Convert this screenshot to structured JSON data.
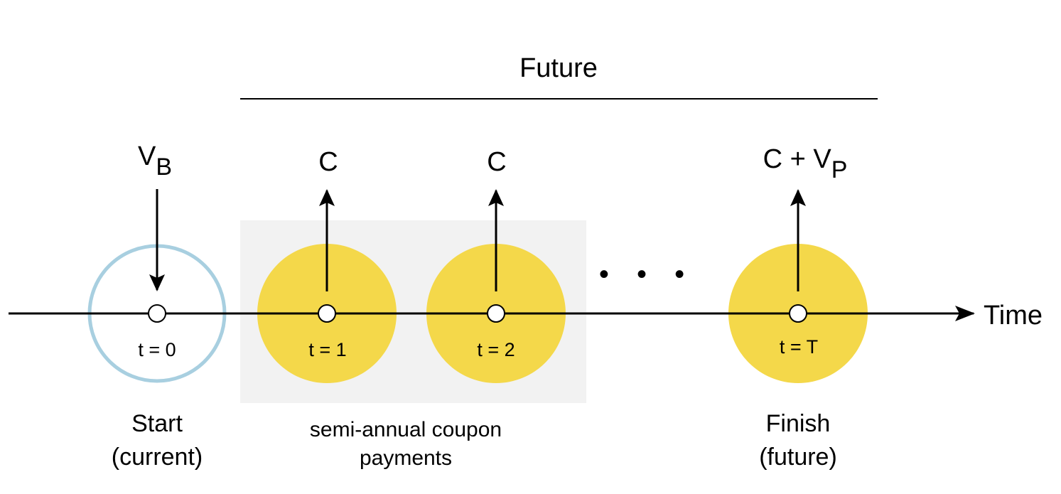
{
  "header": {
    "future_label": "Future"
  },
  "axis": {
    "time_label": "Time"
  },
  "colors": {
    "coupon_fill": "#F4D84A",
    "start_ring": "#A8CFE0",
    "group_bg": "#F2F2F2",
    "line": "#000000"
  },
  "nodes": [
    {
      "t_label": "t = 0",
      "flow": "V",
      "flow_sub": "B",
      "flow_direction": "in"
    },
    {
      "t_label": "t = 1",
      "flow": "C",
      "flow_sub": "",
      "flow_direction": "out"
    },
    {
      "t_label": "t = 2",
      "flow": "C",
      "flow_sub": "",
      "flow_direction": "out"
    },
    {
      "t_label": "t = T",
      "flow": "C + V",
      "flow_sub": "P",
      "flow_direction": "out"
    }
  ],
  "ellipsis": "• • •",
  "captions": {
    "start_line1": "Start",
    "start_line2": "(current)",
    "coupon_line1": "semi-annual coupon",
    "coupon_line2": "payments",
    "finish_line1": "Finish",
    "finish_line2": "(future)"
  }
}
